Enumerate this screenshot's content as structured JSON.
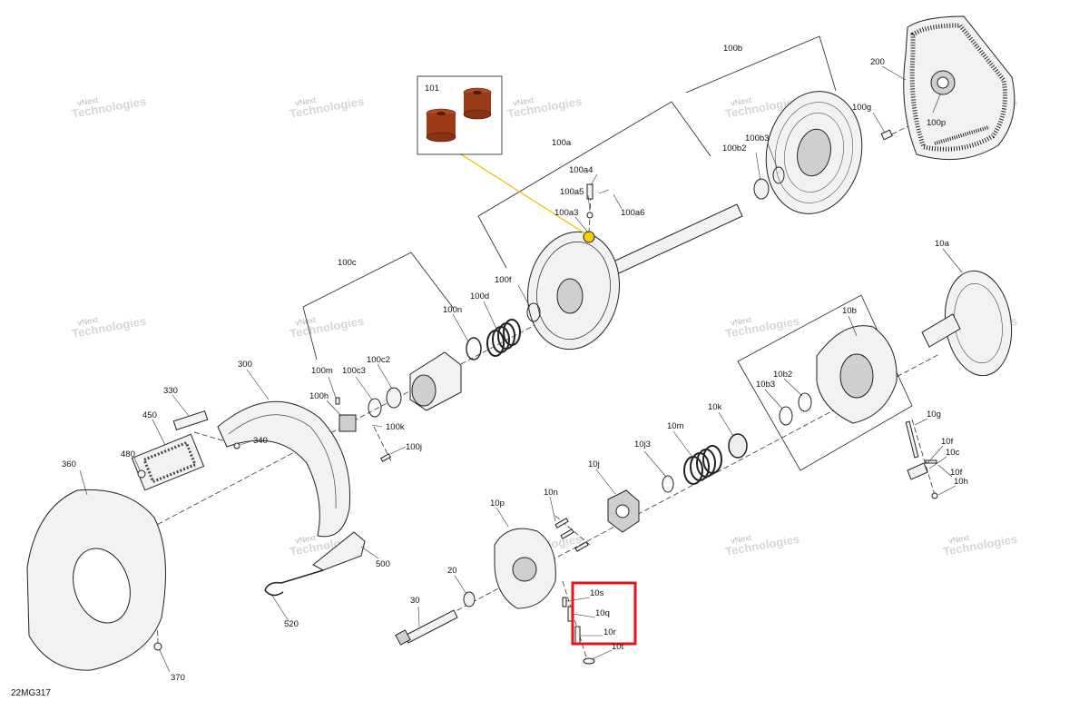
{
  "figure_id": "22MG317",
  "watermark": {
    "line1": "vNext",
    "line2": "Technologies"
  },
  "highlight": {
    "color": "#e3141b",
    "parts": [
      "10s",
      "10q",
      "10r"
    ]
  },
  "inset": {
    "label": "101",
    "leader_color": "#e8c400"
  },
  "callouts": {
    "p100a": "100a",
    "p100a3": "100a3",
    "p100a4": "100a4",
    "p100a5": "100a5",
    "p100a6": "100a6",
    "p100b": "100b",
    "p100b2": "100b2",
    "p100b3": "100b3",
    "p100g": "100g",
    "p100p": "100p",
    "p200": "200",
    "p100c": "100c",
    "p100c2": "100c2",
    "p100c3": "100c3",
    "p100d": "100d",
    "p100f": "100f",
    "p100n": "100n",
    "p100m": "100m",
    "p100h": "100h",
    "p100k": "100k",
    "p100j": "100j",
    "p300": "300",
    "p330": "330",
    "p450": "450",
    "p480": "480",
    "p340": "340",
    "p360": "360",
    "p370": "370",
    "p500": "500",
    "p520": "520",
    "p20": "20",
    "p30": "30",
    "p10a": "10a",
    "p10b": "10b",
    "p10b2": "10b2",
    "p10b3": "10b3",
    "p10k": "10k",
    "p10m": "10m",
    "p10j3": "10j3",
    "p10j": "10j",
    "p10g": "10g",
    "p10f": "10f",
    "p10c": "10c",
    "p10f2": "10f",
    "p10h": "10h",
    "p10n": "10n",
    "p10p": "10p",
    "p10s": "10s",
    "p10q": "10q",
    "p10r": "10r",
    "p10t": "10t"
  },
  "colors": {
    "highlight_box": "#e3141b",
    "inset_leader": "#e8c400",
    "spacer": "#9c3b1a",
    "spacer_hole": "#4a1a08",
    "nut": "#f2d000"
  }
}
